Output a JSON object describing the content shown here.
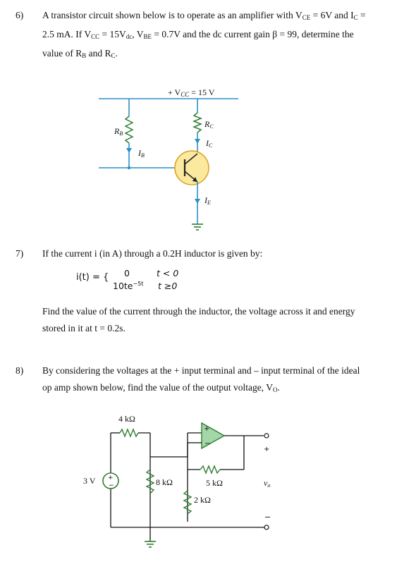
{
  "q6": {
    "number": "6)",
    "text_a": "A transistor circuit shown below is to operate as an amplifier with V",
    "vce_sub": "CE",
    "text_b": " = 6V and I",
    "ic_sub": "C",
    "text_c": " =",
    "line2_a": "2.5 mA.  If V",
    "vcc_sub": "CC",
    "line2_b": " = 15V",
    "dc_sub": "dc",
    "line2_c": ", V",
    "vbe_sub": "BE",
    "line2_d": " = 0.7V and the dc current gain β = 99, determine the",
    "line3_a": "value of R",
    "rb_sub": "B",
    "line3_b": " and R",
    "rc_sub": "C",
    "line3_c": ".",
    "circuit": {
      "vcc_label": "+ V",
      "vcc_sub": "CC",
      "vcc_value": " = 15 V",
      "rc_label": "R",
      "rc_sub": "C",
      "ic_label": "I",
      "ic_sub": "C",
      "rb_label": "R",
      "rb_sub": "B",
      "ib_label": "I",
      "ib_sub": "B",
      "ie_label": "I",
      "ie_sub": "E"
    }
  },
  "q7": {
    "number": "7)",
    "text": "If the current i (in A) through a 0.2H inductor is given by:",
    "eq_lhs": "i(t) = {",
    "case1_value": "0",
    "case1_cond": "t < 0",
    "case2_value": "10te",
    "case2_exp": "−5t",
    "case2_cond": "t ≥0",
    "line_a": "Find the value of the current through the inductor, the voltage across it and energy",
    "line_b": "stored in it at t = 0.2s."
  },
  "q8": {
    "number": "8)",
    "line_a": "By considering the voltages at the + input terminal and – input terminal of the ideal",
    "line_b_a": "op amp shown below, find the value of the output voltage, V",
    "line_b_sub": "O",
    "line_b_c": ".",
    "circuit": {
      "r1": "4 kΩ",
      "r2": "8 kΩ",
      "r3": "5 kΩ",
      "r4": "2 kΩ",
      "source": "3 V",
      "src_plus": "+",
      "src_minus": "−",
      "op_plus": "+",
      "op_minus": "−",
      "out_plus": "+",
      "out_minus": "−",
      "vo_label": "v",
      "vo_sub": "o"
    }
  }
}
